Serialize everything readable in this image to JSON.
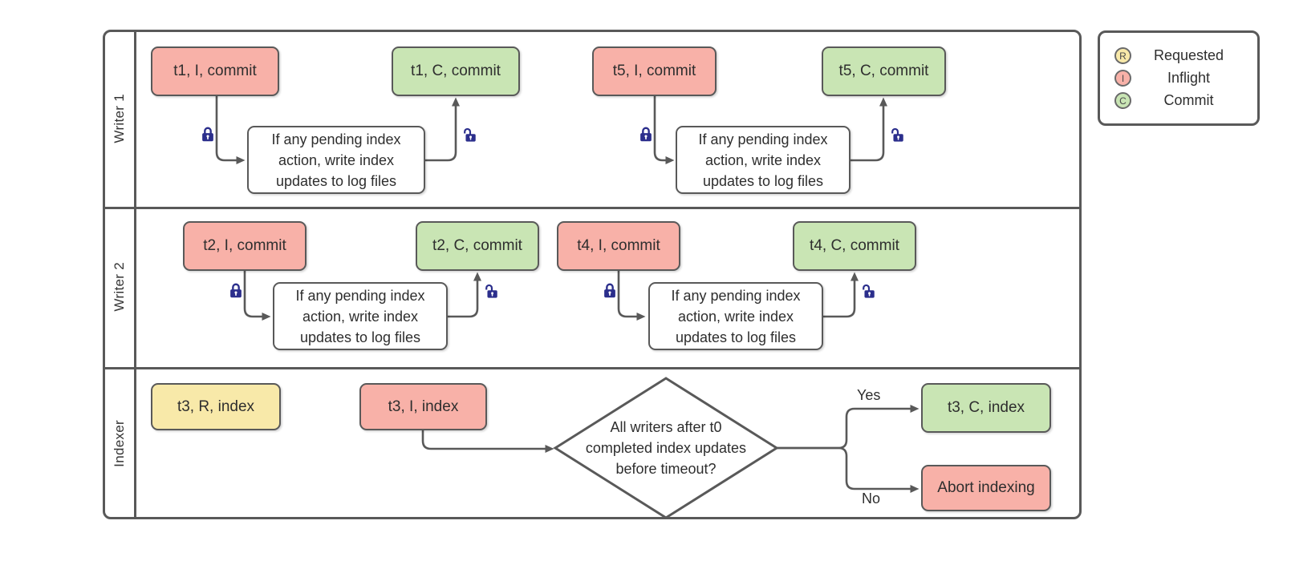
{
  "colors": {
    "requested": "#f8e9a9",
    "inflight": "#f8b1a8",
    "commit": "#c9e5b4",
    "process_fill": "#ffffff",
    "border": "#595959",
    "connector": "#595959",
    "lock": "#2b2e8c",
    "text": "#2e2e2e"
  },
  "lanes": {
    "writer1": {
      "label": "Writer 1",
      "segments": [
        {
          "start": "t1, I, commit",
          "process": "If any pending index action, write index updates to log files",
          "end": "t1, C, commit"
        },
        {
          "start": "t5, I, commit",
          "process": "If any pending index action, write index updates to log files",
          "end": "t5, C, commit"
        }
      ]
    },
    "writer2": {
      "label": "Writer 2",
      "segments": [
        {
          "start": "t2, I, commit",
          "process": "If any pending index action, write index updates to log files",
          "end": "t2, C, commit"
        },
        {
          "start": "t4, I, commit",
          "process": "If any pending index action, write index updates to log files",
          "end": "t4, C, commit"
        }
      ]
    },
    "indexer": {
      "label": "Indexer",
      "requested": "t3, R, index",
      "inflight": "t3, I, index",
      "decision": "All writers after t0 completed index updates before timeout?",
      "yes_label": "Yes",
      "no_label": "No",
      "yes_outcome": "t3, C, index",
      "no_outcome": "Abort indexing"
    }
  },
  "legend": {
    "items": [
      {
        "letter": "R",
        "label": "Requested"
      },
      {
        "letter": "I",
        "label": "Inflight"
      },
      {
        "letter": "C",
        "label": "Commit"
      }
    ]
  }
}
